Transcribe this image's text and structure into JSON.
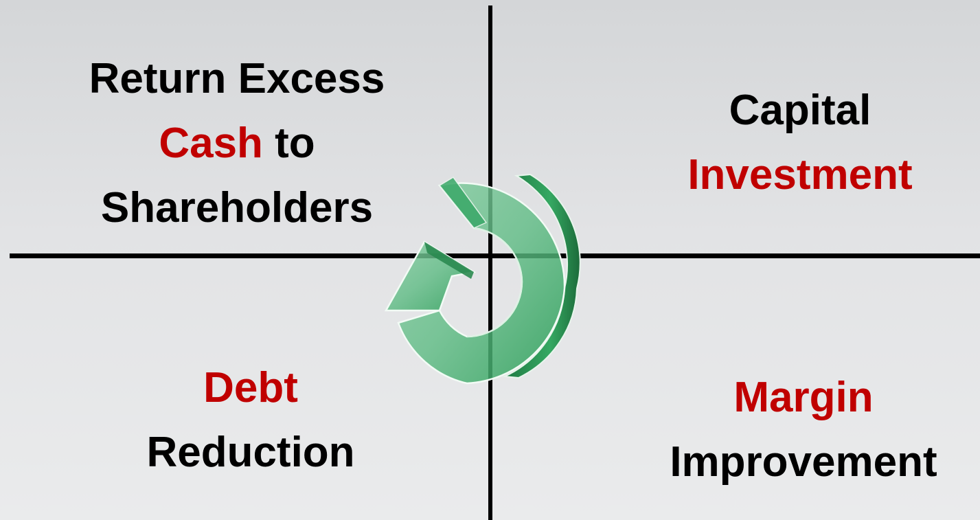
{
  "quadrants": {
    "top_left": {
      "line1": "Return Excess",
      "line2_red": "Cash",
      "line2_rest": " to",
      "line3": "Shareholders"
    },
    "top_right": {
      "line1": "Capital",
      "line2_red": "Investment"
    },
    "bottom_left": {
      "line1_red": "Debt",
      "line2": "Reduction"
    },
    "bottom_right": {
      "line1_red": "Margin",
      "line2": "Improvement"
    }
  },
  "colors": {
    "text": "#000000",
    "highlight": "#c00000",
    "arrow": "#2e9e5a",
    "divider": "#000000"
  },
  "icon": "circular-arrow-icon"
}
